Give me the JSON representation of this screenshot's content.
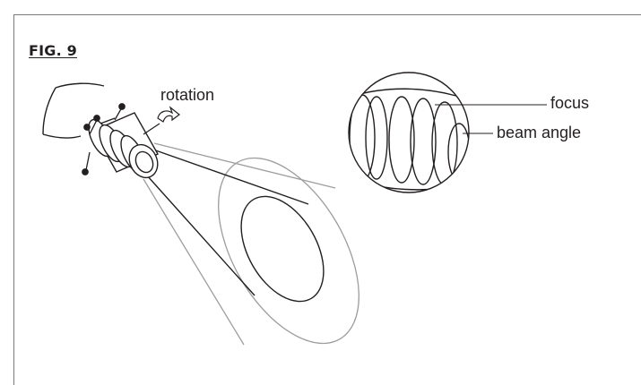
{
  "figure": {
    "title": "FIG. 9"
  },
  "callouts": {
    "rotation": "rotation",
    "focus": "focus",
    "beam_angle": "beam angle"
  },
  "colors": {
    "line": "#231f20",
    "beam": "#9d9d9d",
    "frame": "#7a7a7a"
  }
}
